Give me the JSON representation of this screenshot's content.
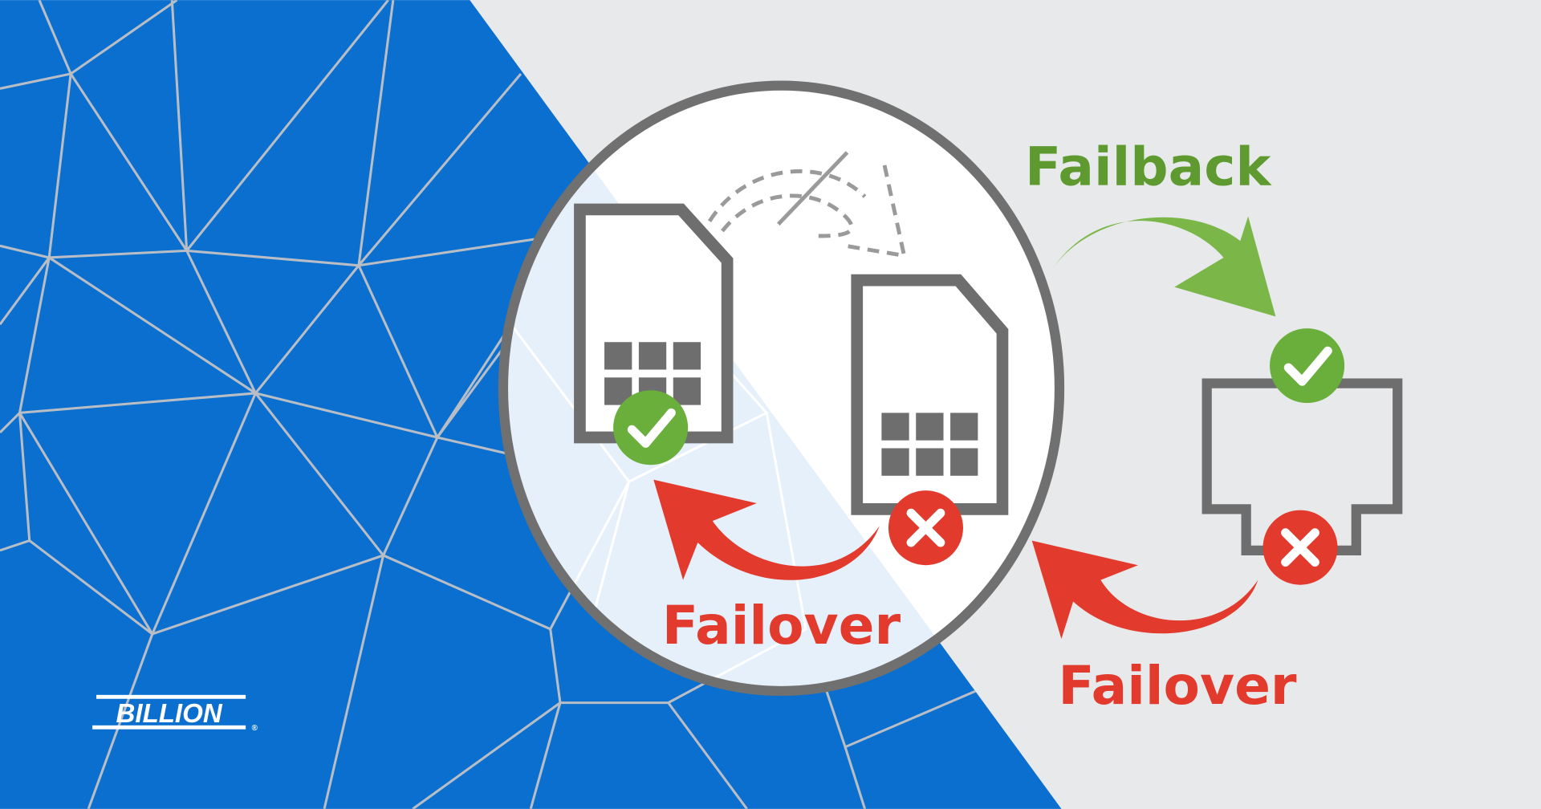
{
  "labels": {
    "failback": "Failback",
    "failover_sim": "Failover",
    "failover_router": "Failover"
  },
  "logo": {
    "text": "BILLION",
    "mark": "®"
  },
  "colors": {
    "background": "#e8e9eb",
    "blue": "#0a6fce",
    "mesh": "#b9bec6",
    "outline": "#707070",
    "green": "#6aae3c",
    "green_text": "#5e9a2f",
    "red": "#e23b2e"
  },
  "icons": [
    "sim-card-active",
    "sim-card-failed",
    "check-icon",
    "cross-icon",
    "router-icon",
    "failback-arrow",
    "failover-arrow"
  ]
}
